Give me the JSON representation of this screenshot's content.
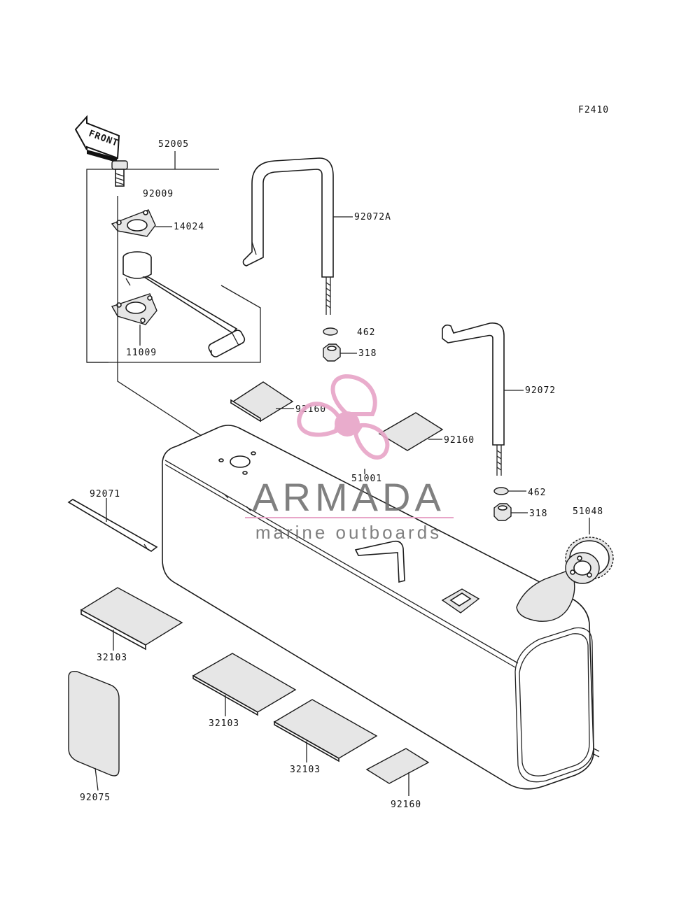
{
  "figure_id": "F2410",
  "front_label": "FRONT",
  "labels": {
    "l52005": "52005",
    "l92009": "92009",
    "l14024": "14024",
    "l11009": "11009",
    "l92072A": "92072A",
    "l462a": "462",
    "l318a": "318",
    "l92072": "92072",
    "l462b": "462",
    "l318b": "318",
    "l92160a": "92160",
    "l92160b": "92160",
    "l92160c": "92160",
    "l51001": "51001",
    "l51048": "51048",
    "l92071": "92071",
    "l32103a": "32103",
    "l32103b": "32103",
    "l32103c": "32103",
    "l92075": "92075"
  },
  "watermark": {
    "brand": "ARMADA",
    "tagline": "marine outboards",
    "color": "#e8a6c8"
  }
}
